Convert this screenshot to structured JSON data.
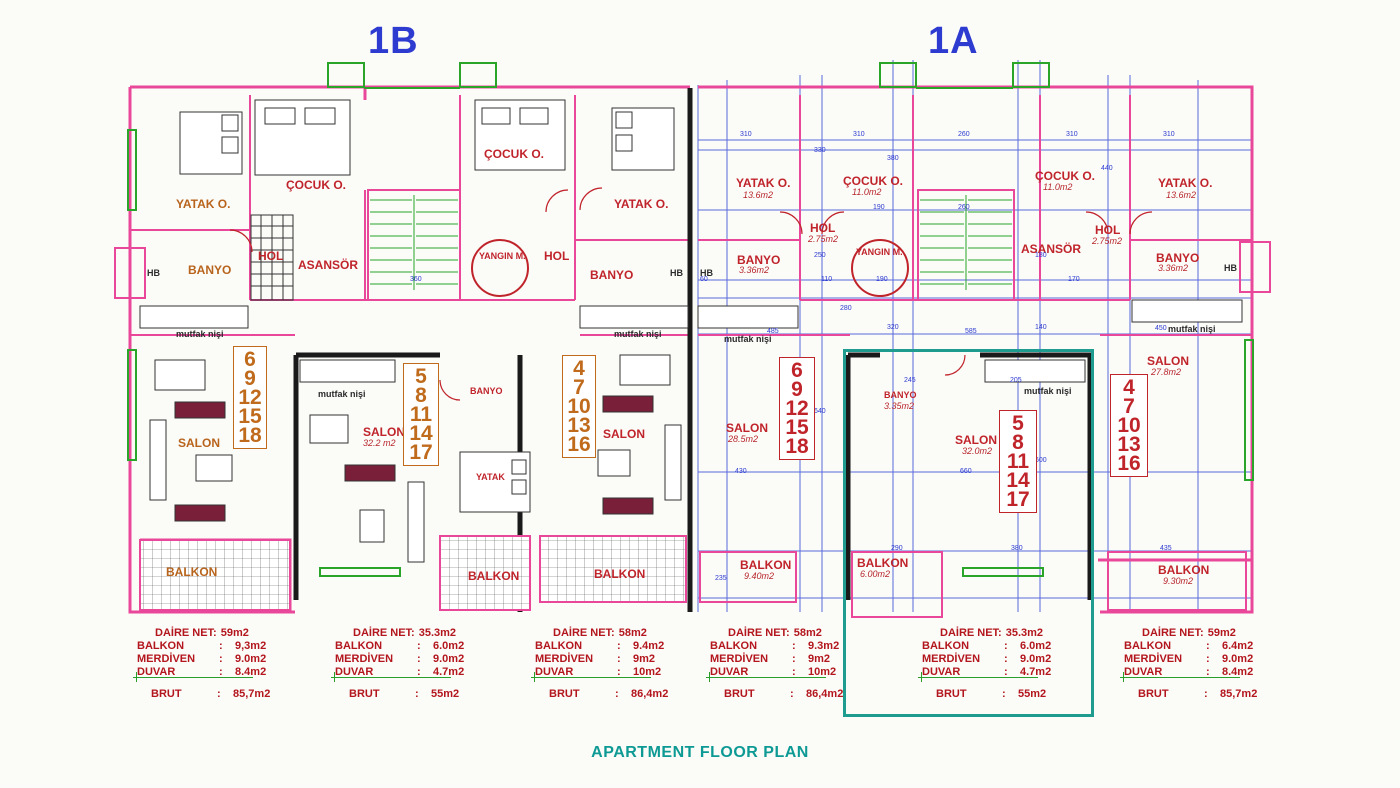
{
  "blocks": {
    "left": "1B",
    "right": "1A"
  },
  "caption": "APARTMENT FLOOR PLAN",
  "colors": {
    "accent": "#1f9c90",
    "wall": "#e8479a",
    "grid": "#2d3bd0",
    "label": "#c0242b"
  },
  "rooms": {
    "yatak": "YATAK O.",
    "cocuk": "ÇOCUK O.",
    "banyo": "BANYO",
    "hol": "HOL",
    "asansor": "ASANSÖR",
    "yangin": "YANGIN M.",
    "salon": "SALON",
    "balkon": "BALKON",
    "mutfak": "mutfak nişi",
    "hb": "HB",
    "yatak_small": "YATAK"
  },
  "areas": {
    "yatak_1a": "13.6m2",
    "cocuk_1a": "11.0m2",
    "hol_1a": "2.75m2",
    "banyo_1a": "3.36m2",
    "salon_1b": "32.2 m2",
    "salon_a1": "28.5m2",
    "salon_a2": "32.0m2",
    "salon_a3": "27.8m2",
    "banyo_a2": "3.35m2",
    "balkon_a1": "9.40m2",
    "balkon_a2": "6.00m2",
    "balkon_a3": "9.30m2"
  },
  "dimensions": [
    "310",
    "310",
    "260",
    "310",
    "310",
    "330",
    "380",
    "440",
    "250",
    "260",
    "190",
    "170",
    "320",
    "585",
    "640",
    "600",
    "430",
    "660",
    "380",
    "235",
    "435",
    "485",
    "450",
    "245",
    "205",
    "290",
    "360",
    "60",
    "110",
    "280",
    "190",
    "140",
    "180"
  ],
  "floor_lists": [
    [
      "6",
      "9",
      "12",
      "15",
      "18"
    ],
    [
      "5",
      "8",
      "11",
      "14",
      "17"
    ],
    [
      "4",
      "7",
      "10",
      "13",
      "16"
    ],
    [
      "6",
      "9",
      "12",
      "15",
      "18"
    ],
    [
      "5",
      "8",
      "11",
      "14",
      "17"
    ],
    [
      "4",
      "7",
      "10",
      "13",
      "16"
    ]
  ],
  "summaries": [
    {
      "daire": "59m2",
      "balkon": "9,3m2",
      "merdiven": "9.0m2",
      "duvar": "8.4m2",
      "brut": "85,7m2"
    },
    {
      "daire": "35.3m2",
      "balkon": "6.0m2",
      "merdiven": "9.0m2",
      "duvar": "4.7m2",
      "brut": "55m2"
    },
    {
      "daire": "58m2",
      "balkon": "9.4m2",
      "merdiven": "9m2",
      "duvar": "10m2",
      "brut": "86,4m2"
    },
    {
      "daire": "58m2",
      "balkon": "9.3m2",
      "merdiven": "9m2",
      "duvar": "10m2",
      "brut": "86,4m2"
    },
    {
      "daire": "35.3m2",
      "balkon": "6.0m2",
      "merdiven": "9.0m2",
      "duvar": "4.7m2",
      "brut": "55m2"
    },
    {
      "daire": "59m2",
      "balkon": "6.4m2",
      "merdiven": "9.0m2",
      "duvar": "8.4m2",
      "brut": "85,7m2"
    }
  ],
  "summary_labels": {
    "daire": "DAİRE NET:",
    "balkon": "BALKON",
    "merdiven": "MERDİVEN",
    "duvar": "DUVAR",
    "brut": "BRUT",
    "colon": ":"
  }
}
